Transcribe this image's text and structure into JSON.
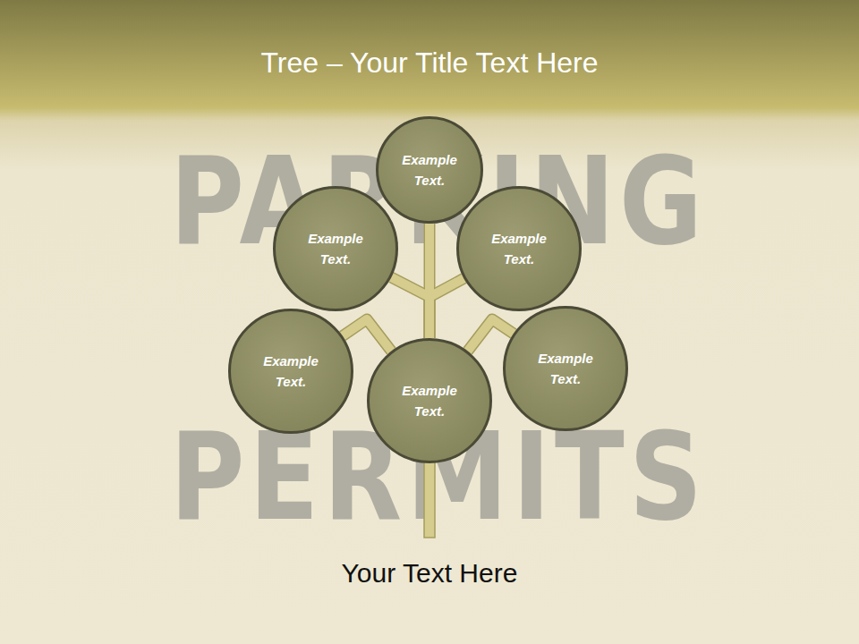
{
  "diagram": {
    "title": "Tree – Your Title Text Here",
    "caption": "Your Text Here",
    "nodes": [
      {
        "text": [
          "Example Text."
        ]
      },
      {
        "text": [
          "Example Text."
        ]
      },
      {
        "text": [
          "Example Text."
        ]
      },
      {
        "text": [
          "Example Text."
        ]
      },
      {
        "text": [
          "Example Text."
        ]
      },
      {
        "text": [
          "Example Text."
        ]
      }
    ],
    "edges": [
      {
        "from": 5,
        "to": 0,
        "arrow": "none"
      },
      {
        "from": 5,
        "to": 1,
        "arrow": "none"
      },
      {
        "from": 5,
        "to": 2,
        "arrow": "none"
      },
      {
        "from": 5,
        "to": 3,
        "arrow": "none"
      },
      {
        "from": 5,
        "to": 4,
        "arrow": "none"
      }
    ],
    "labels": [
      "PARKING",
      "PERMITS"
    ]
  }
}
